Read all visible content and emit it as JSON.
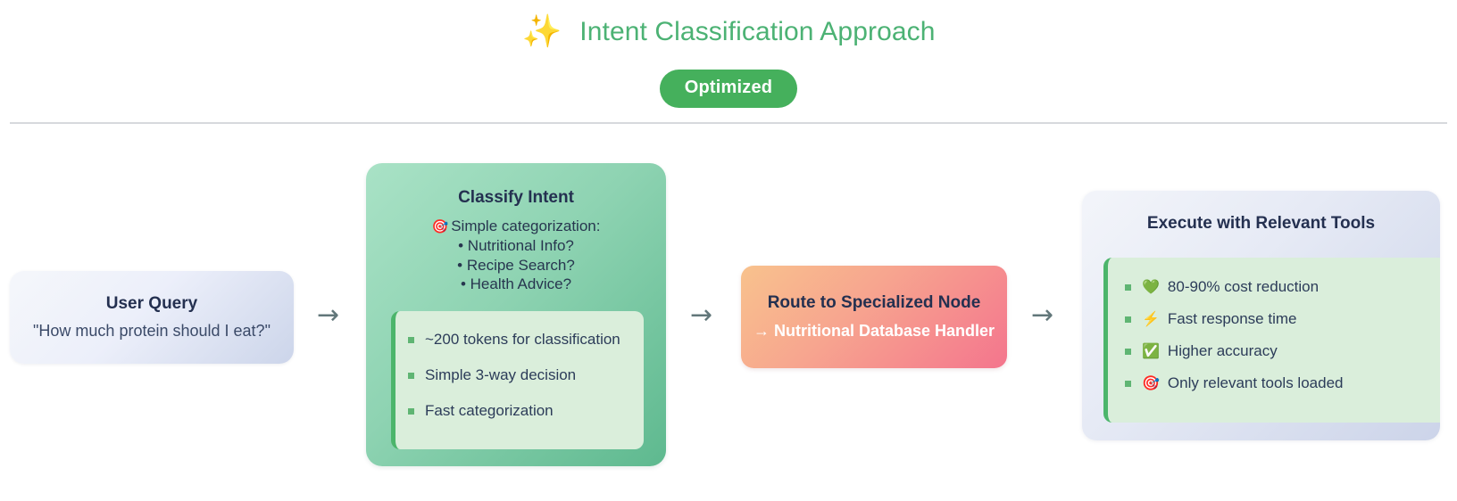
{
  "header": {
    "sparkle_icon": "✨",
    "title": "Intent Classification Approach",
    "badge": "Optimized",
    "title_color": "#4cb274",
    "badge_color": "#45b05c"
  },
  "flow": {
    "arrow_glyph": "→",
    "arrow_color": "#62777a",
    "nodes": {
      "user_query": {
        "title": "User Query",
        "subtitle": "\"How much protein should I eat?\""
      },
      "classify_intent": {
        "title": "Classify Intent",
        "target_icon": "🎯",
        "categorization_label": "Simple categorization:",
        "options": [
          "• Nutritional Info?",
          "• Recipe Search?",
          "• Health Advice?"
        ],
        "details": [
          "~200 tokens for classification",
          "Simple 3-way decision",
          "Fast categorization"
        ],
        "accent_color": "#4cb56b"
      },
      "route_node": {
        "title": "Route to Specialized Node",
        "subtitle": "→ Nutritional Database Handler"
      },
      "execute_tools": {
        "title": "Execute with Relevant Tools",
        "benefits": [
          {
            "emoji": "💚",
            "text": "80-90% cost reduction"
          },
          {
            "emoji": "⚡",
            "text": "Fast response time"
          },
          {
            "emoji": "✅",
            "text": "Higher accuracy"
          },
          {
            "emoji": "🎯",
            "text": "Only relevant tools loaded"
          }
        ],
        "accent_color": "#4cb56b"
      }
    }
  }
}
